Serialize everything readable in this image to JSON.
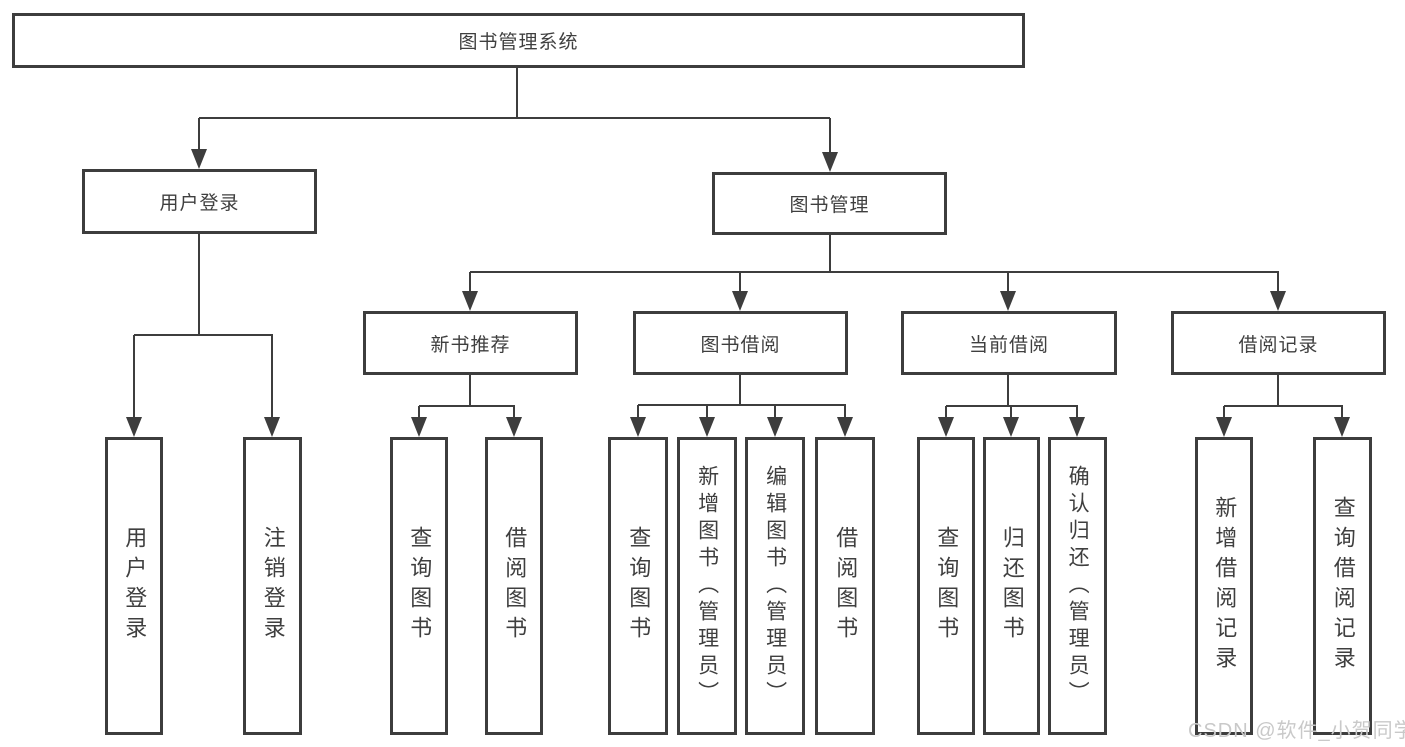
{
  "diagram": {
    "root": {
      "label": "图书管理系统"
    },
    "level2": {
      "user_login": {
        "label": "用户登录"
      },
      "book_mgmt": {
        "label": "图书管理"
      }
    },
    "level3": {
      "new_books": {
        "label": "新书推荐"
      },
      "book_borrow": {
        "label": "图书借阅"
      },
      "current_borrow": {
        "label": "当前借阅"
      },
      "borrow_records": {
        "label": "借阅记录"
      }
    },
    "leaves": {
      "user_login_leaf": {
        "label": "用户登录"
      },
      "logout_leaf": {
        "label": "注销登录"
      },
      "nb_query_books": {
        "label": "查询图书"
      },
      "nb_borrow_books": {
        "label": "借阅图书"
      },
      "bb_query_books": {
        "label": "查询图书"
      },
      "bb_add_books": {
        "label": "新增图书（管理员）"
      },
      "bb_edit_books": {
        "label": "编辑图书（管理员）"
      },
      "bb_borrow_books": {
        "label": "借阅图书"
      },
      "cb_query_books": {
        "label": "查询图书"
      },
      "cb_return_books": {
        "label": "归还图书"
      },
      "cb_confirm_return": {
        "label": "确认归还（管理员）"
      },
      "br_add_record": {
        "label": "新增借阅记录"
      },
      "br_query_record": {
        "label": "查询借阅记录"
      }
    },
    "colors": {
      "line": "#3d3d3d",
      "text": "#3f3f3f",
      "background": "#ffffff",
      "watermark": "#c9c9c9"
    }
  },
  "watermark": {
    "text": "CSDN @软件_小贺同学"
  }
}
